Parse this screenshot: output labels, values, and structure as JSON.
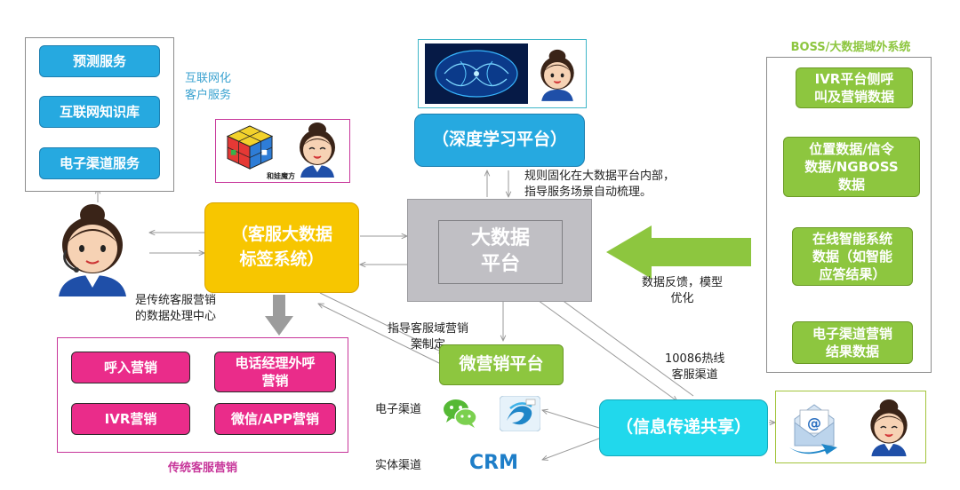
{
  "left_services": {
    "items": [
      "预测服务",
      "互联网知识库",
      "电子渠道服务"
    ],
    "caption": "互联网化\n客户服务"
  },
  "rubik": {
    "caption": "和娃魔方"
  },
  "tag_system": {
    "label": "（客服大数据\n标签系统）"
  },
  "tag_system_note": "是传统客服营销\n的数据处理中心",
  "deep_learning": {
    "label": "（深度学习平台）"
  },
  "big_data": {
    "label": "大数据\n平台"
  },
  "rule_note": "规则固化在大数据平台内部，\n指导服务场景自动梳理。",
  "boss": {
    "title": "BOSS/大数据域外系统",
    "items": [
      "IVR平台侧呼\n叫及营销数据",
      "位置数据/信令\n数据/NGBOSS\n数据",
      "在线智能系统\n数据（如智能\n应答结果）",
      "电子渠道营销\n结果数据"
    ]
  },
  "feedback_note": "数据反馈，模型\n优化",
  "traditional": {
    "items": [
      "呼入营销",
      "电话经理外呼\n营销",
      "IVR营销",
      "微信/APP营销"
    ],
    "caption": "传统客服营销"
  },
  "guide_note": "指导客服域营销\n案制定",
  "micro_marketing": {
    "label": "微营销平台"
  },
  "hotline_note": "10086热线\n客服渠道",
  "info_share": {
    "label": "（信息传递共享）"
  },
  "channels": {
    "electronic": "电子渠道",
    "physical": "实体渠道",
    "crm": "CRM"
  },
  "colors": {
    "blue": "#26a9e0",
    "yellow": "#f7c600",
    "gray": "#c0bfc4",
    "green": "#8dc63f",
    "pink": "#ea2c8a",
    "cyan": "#21d8ec"
  }
}
